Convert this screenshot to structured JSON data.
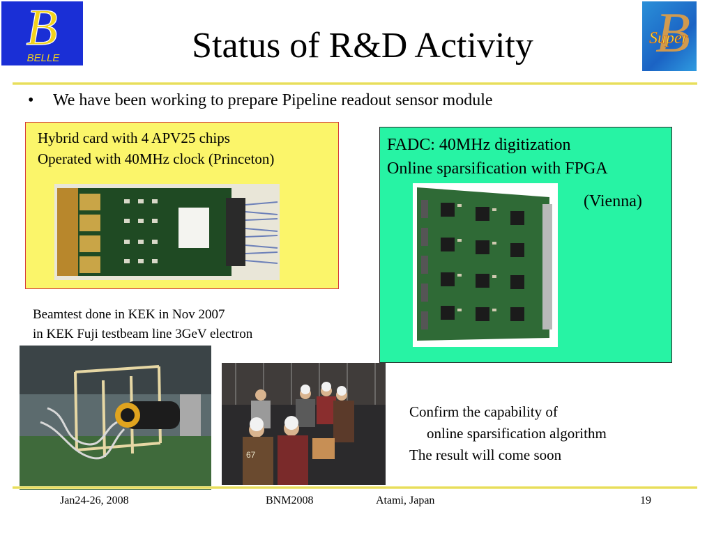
{
  "slide": {
    "title": "Status of R&D Activity",
    "bullet": "We have been working to prepare Pipeline readout sensor module",
    "bullet_marker": "•"
  },
  "logos": {
    "left_letter": "B",
    "left_text": "BELLE",
    "right_text": "Super",
    "right_letter": "B"
  },
  "hybrid_box": {
    "line1": "Hybrid card with 4 APV25 chips",
    "line2": "Operated with 40MHz clock (Princeton)"
  },
  "fadc_box": {
    "line1": "FADC: 40MHz digitization",
    "line2": "Online sparsification with FPGA",
    "line3": "(Vienna)"
  },
  "beamtest": {
    "line1": "Beamtest  done in KEK in Nov 2007",
    "line2": "in KEK Fuji testbeam line 3GeV electron"
  },
  "result": {
    "line1": "Confirm the capability of",
    "line2": "online sparsification algorithm",
    "line3": "The result will come soon"
  },
  "photo_labels": {
    "person1_shirt": "67"
  },
  "footer": {
    "date": "Jan24-26, 2008",
    "conference": "BNM2008",
    "location": "Atami, Japan",
    "page_number": "19"
  },
  "colors": {
    "yellow_box": "#fbf56a",
    "green_box": "#27f3a4",
    "rule": "#e3d74a",
    "belle_logo": "#1a2fd6"
  }
}
